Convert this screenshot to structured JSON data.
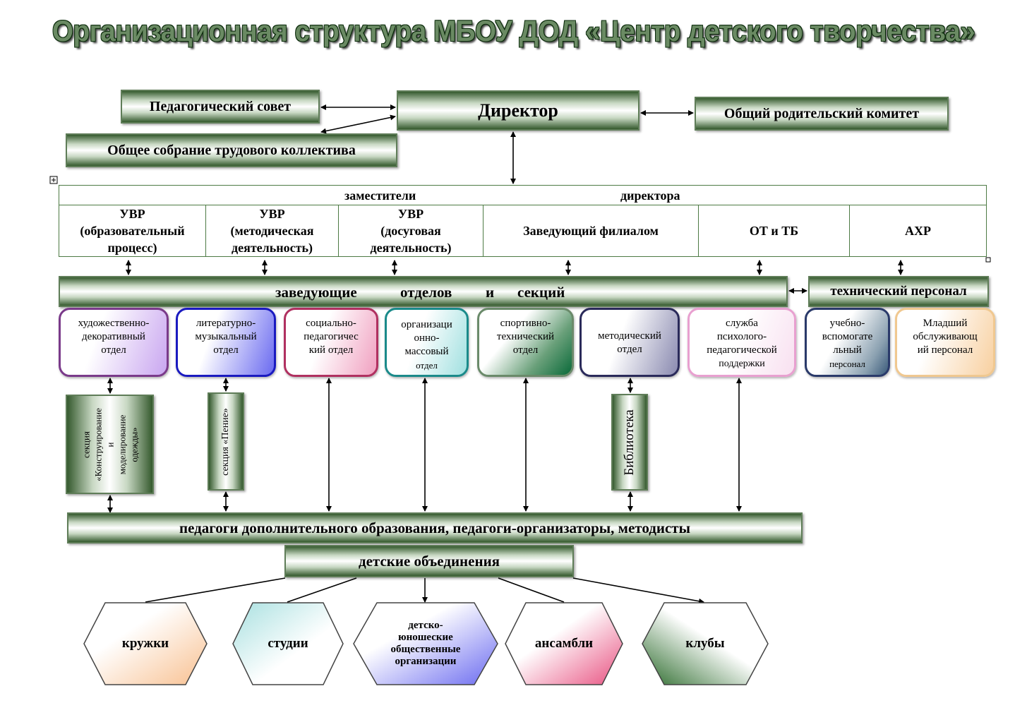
{
  "title": "Организационная структура МБОУ ДОД «Центр детского творчества»",
  "top": {
    "director": "Директор",
    "ped_council": "Педагогический совет",
    "general_meeting": "Общее собрание трудового коллектива",
    "parents_committee": "Общий родительский комитет"
  },
  "deputies": {
    "header_left": "заместители",
    "header_right": "директора",
    "cells": [
      {
        "line1": "УВР",
        "line2": "(образовательный",
        "line3": "процесс)"
      },
      {
        "line1": "УВР",
        "line2": "(методическая",
        "line3": "деятельность)"
      },
      {
        "line1": "УВР",
        "line2": "(досуговая",
        "line3": "деятельность)"
      },
      {
        "line1": "Заведующий филиалом"
      },
      {
        "line1": "ОТ и ТБ"
      },
      {
        "line1": "АХР"
      }
    ]
  },
  "heads": {
    "w1": "заведующие",
    "w2": "отделов",
    "w3": "и",
    "w4": "секций",
    "tech_staff": "технический персонал"
  },
  "departments": [
    {
      "l1": "художественно-",
      "l2": "декоративный",
      "l3": "отдел",
      "color": "#7a3a8a",
      "accent": "#c9a6f0"
    },
    {
      "l1": "литературно-",
      "l2": "музыкальный",
      "l3": "отдел",
      "color": "#1a1ac0",
      "accent": "#6a6af0"
    },
    {
      "l1": "социально-",
      "l2": "педагогичес",
      "l3": "кий отдел",
      "color": "#b03060",
      "accent": "#f0a0c0"
    },
    {
      "l1": "организаци",
      "l2": "онно-",
      "l3": "массовый",
      "l4": "отдел",
      "color": "#1a8a8a",
      "accent": "#a0e0e0"
    },
    {
      "l1": "спортивно-",
      "l2": "технический",
      "l3": "отдел",
      "color": "#3a6a3a",
      "accent": "#0a6a3a"
    },
    {
      "l1": "методический",
      "l2": "отдел",
      "color": "#2a2a5a",
      "accent": "#8a8ab0"
    },
    {
      "l1": "служба",
      "l2": "психолого-",
      "l3": "педагогической",
      "l4": "поддержки",
      "color": "#e080c0",
      "accent": "#f8e0f0"
    }
  ],
  "tech_units": [
    {
      "l1": "учебно-",
      "l2": "вспомогате",
      "l3": "льный",
      "l4": "персонал",
      "color": "#2a3a6a",
      "accent": "#4a6a8a"
    },
    {
      "l1": "Младший",
      "l2": "обслуживающ",
      "l3": "ий персонал",
      "color": "#f0c080",
      "accent": "#f8d8a8"
    }
  ],
  "sections": {
    "design": {
      "l1": "секция",
      "l2": "«Конструирование",
      "l3": "и",
      "l4": "моделирование",
      "l5": "одежды»"
    },
    "singing": "секция «Пение»",
    "library": "Библиотека"
  },
  "teachers": "педагоги дополнительного образования, педагоги-организаторы, методисты",
  "children": "детские объединения",
  "associations": [
    {
      "l1": "кружки",
      "color": "#f8c090"
    },
    {
      "l1": "студии",
      "color": "#a8e0e0"
    },
    {
      "l1": "детско-",
      "l2": "юношеские",
      "l3": "общественные",
      "l4": "организации",
      "color": "#6a6af0"
    },
    {
      "l1": "ансамбли",
      "color": "#e85080"
    },
    {
      "l1": "клубы",
      "color": "#3a7a3a"
    }
  ]
}
